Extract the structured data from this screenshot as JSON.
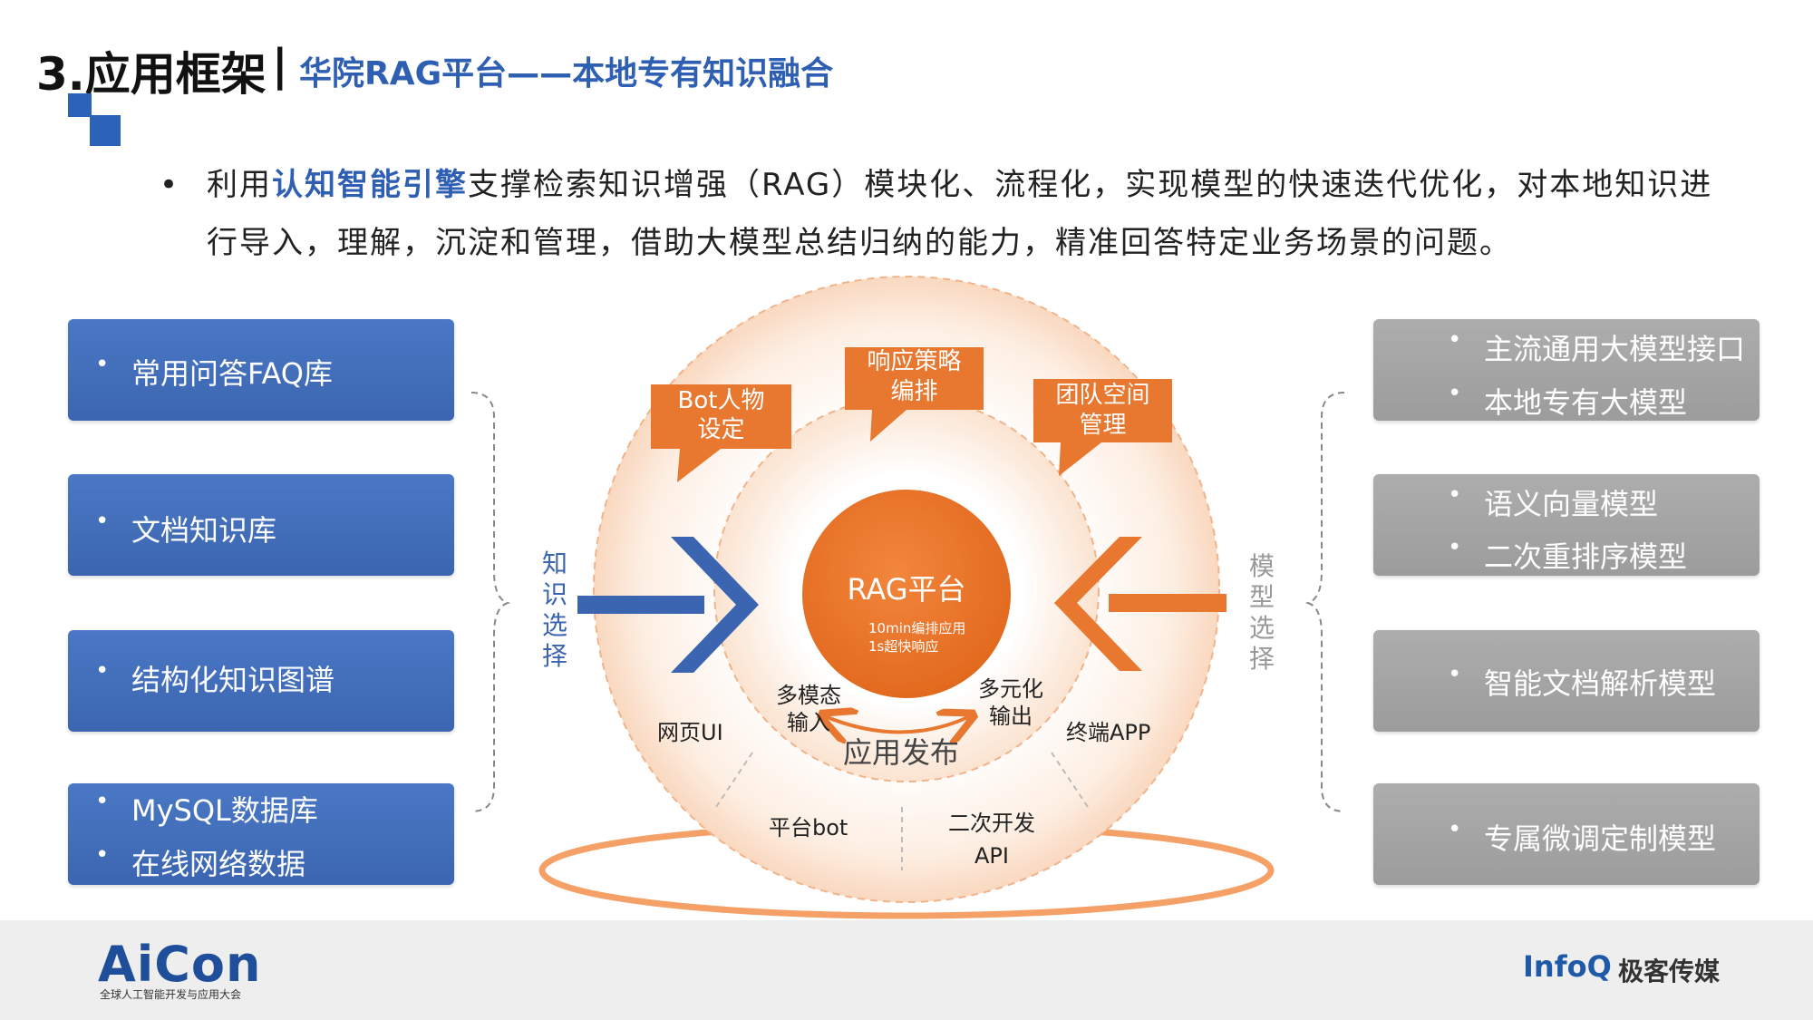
{
  "header": {
    "title": "3.应用框架",
    "separator": "|",
    "subtitle": "华院RAG平台——本地专有知识融合"
  },
  "intro": {
    "bullet": "•",
    "prefix": "利用",
    "highlight": "认知智能引擎",
    "rest": "支撑检索知识增强（RAG）模块化、流程化，实现模型的快速迭代优化，对本地知识进行导入，理解，沉淀和管理，借助大模型总结归纳的能力，精准回答特定业务场景的问题。"
  },
  "left_boxes": [
    {
      "items": [
        "常用问答FAQ库"
      ]
    },
    {
      "items": [
        "文档知识库"
      ]
    },
    {
      "items": [
        "结构化知识图谱"
      ]
    },
    {
      "items": [
        "MySQL数据库",
        "在线网络数据"
      ]
    }
  ],
  "right_boxes": [
    {
      "items": [
        "主流通用大模型接口",
        "本地专有大模型"
      ]
    },
    {
      "items": [
        "语义向量模型",
        "二次重排序模型"
      ]
    },
    {
      "items": [
        "智能文档解析模型"
      ]
    },
    {
      "items": [
        "专属微调定制模型"
      ]
    }
  ],
  "side_labels": {
    "left": [
      "知",
      "识",
      "选",
      "择"
    ],
    "right": [
      "模",
      "型",
      "选",
      "择"
    ]
  },
  "center": {
    "title": "RAG平台",
    "line1": "10min编排应用",
    "line2": "1s超快响应"
  },
  "callouts": {
    "bot": [
      "Bot人物",
      "设定"
    ],
    "strategy": [
      "响应策略",
      "编排"
    ],
    "team": [
      "团队空间",
      "管理"
    ]
  },
  "ring_labels": {
    "multimodal": [
      "多模态",
      "输入"
    ],
    "multiout": [
      "多元化",
      "输出"
    ],
    "publish": "应用发布",
    "web": "网页UI",
    "terminal": "终端APP",
    "platform_bot": "平台bot",
    "api": [
      "二次开发",
      "API"
    ]
  },
  "footer": {
    "aicon": "AiCon",
    "aicon_sub": "全球人工智能开发与应用大会",
    "infoq": "InfoQ",
    "geek": "极客传媒"
  },
  "colors": {
    "blue": "#3b65b0",
    "orange": "#e8782f",
    "gray": "#a6a6a6"
  }
}
